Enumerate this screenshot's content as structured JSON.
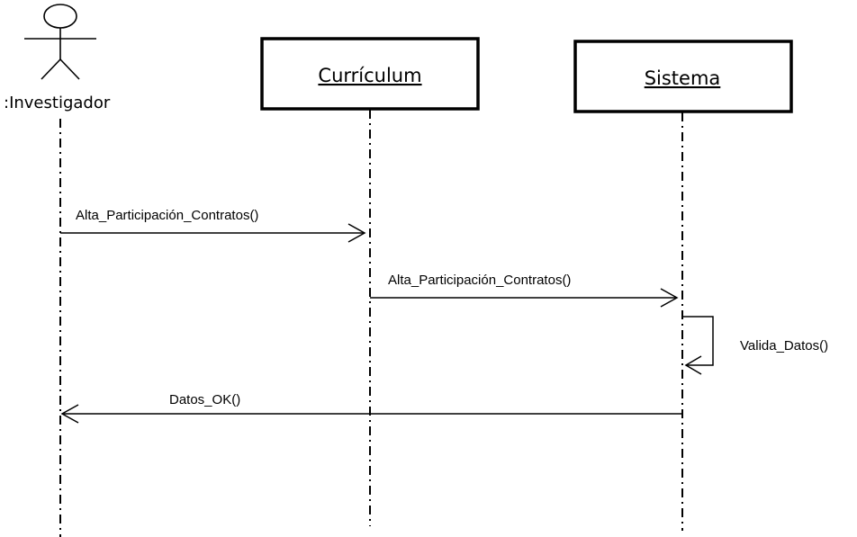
{
  "actor": {
    "name": ":Investigador"
  },
  "participants": [
    {
      "name": "Currículum"
    },
    {
      "name": "Sistema"
    }
  ],
  "messages": [
    {
      "label": "Alta_Participación_Contratos()",
      "from": ":Investigador",
      "to": "Currículum"
    },
    {
      "label": "Alta_Participación_Contratos()",
      "from": "Currículum",
      "to": "Sistema"
    },
    {
      "label": "Valida_Datos()",
      "from": "Sistema",
      "to": "Sistema"
    },
    {
      "label": "Datos_OK()",
      "from": "Sistema",
      "to": ":Investigador"
    }
  ]
}
